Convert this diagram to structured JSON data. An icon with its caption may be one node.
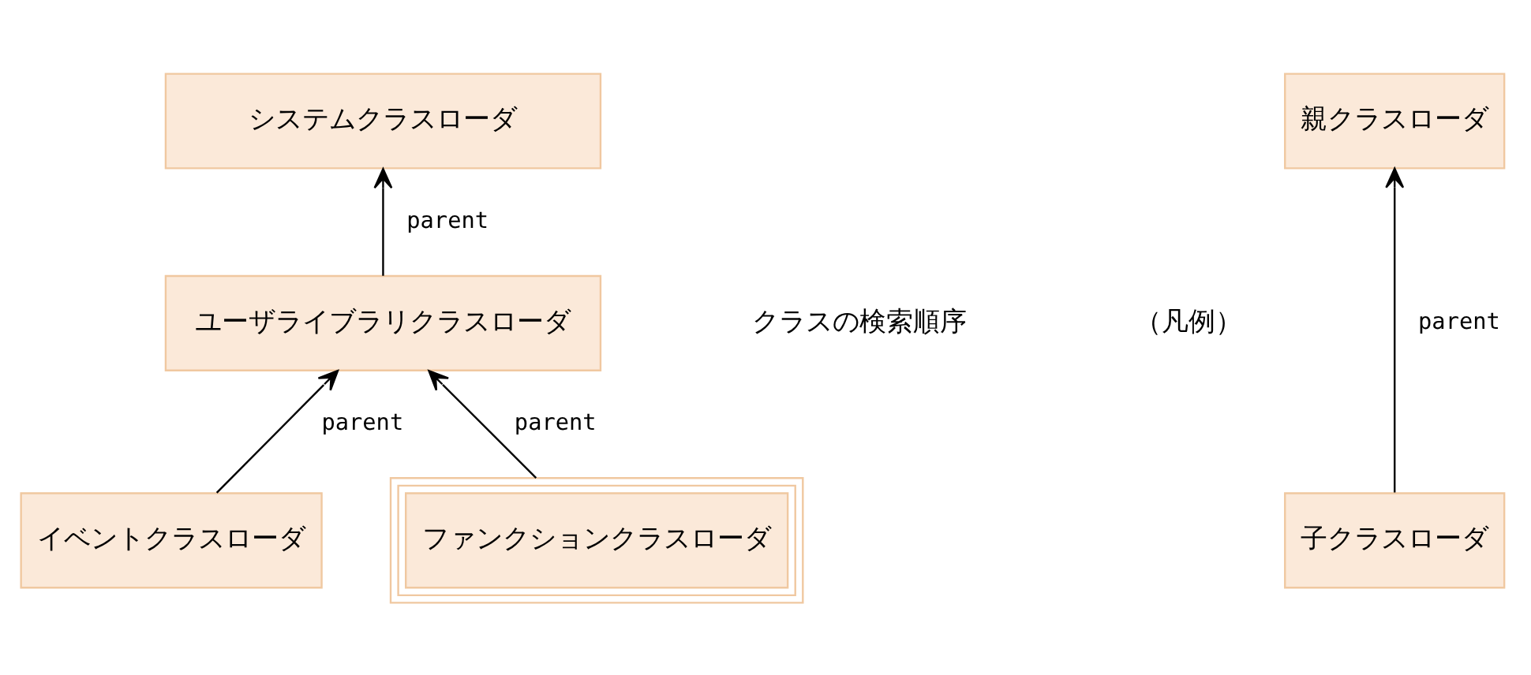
{
  "diagram": {
    "nodes": [
      {
        "text": [
          "システムクラスローダ"
        ]
      },
      {
        "text": [
          "ユーザライブラリクラスローダ"
        ]
      },
      {
        "text": [
          "イベントクラスローダ"
        ]
      },
      {
        "text": [
          "ファンクションクラスローダ"
        ]
      },
      {
        "text": [
          "親クラスローダ"
        ]
      },
      {
        "text": [
          "子クラスローダ"
        ]
      }
    ],
    "edges": [
      {
        "from": 1,
        "to": 0,
        "arrow": "to",
        "label": "parent"
      },
      {
        "from": 2,
        "to": 1,
        "arrow": "to",
        "label": "parent"
      },
      {
        "from": 3,
        "to": 1,
        "arrow": "to",
        "label": "parent"
      },
      {
        "from": 5,
        "to": 4,
        "arrow": "to",
        "label": "parent"
      }
    ],
    "labels": [
      "クラスの検索順序",
      "（凡例）"
    ]
  }
}
